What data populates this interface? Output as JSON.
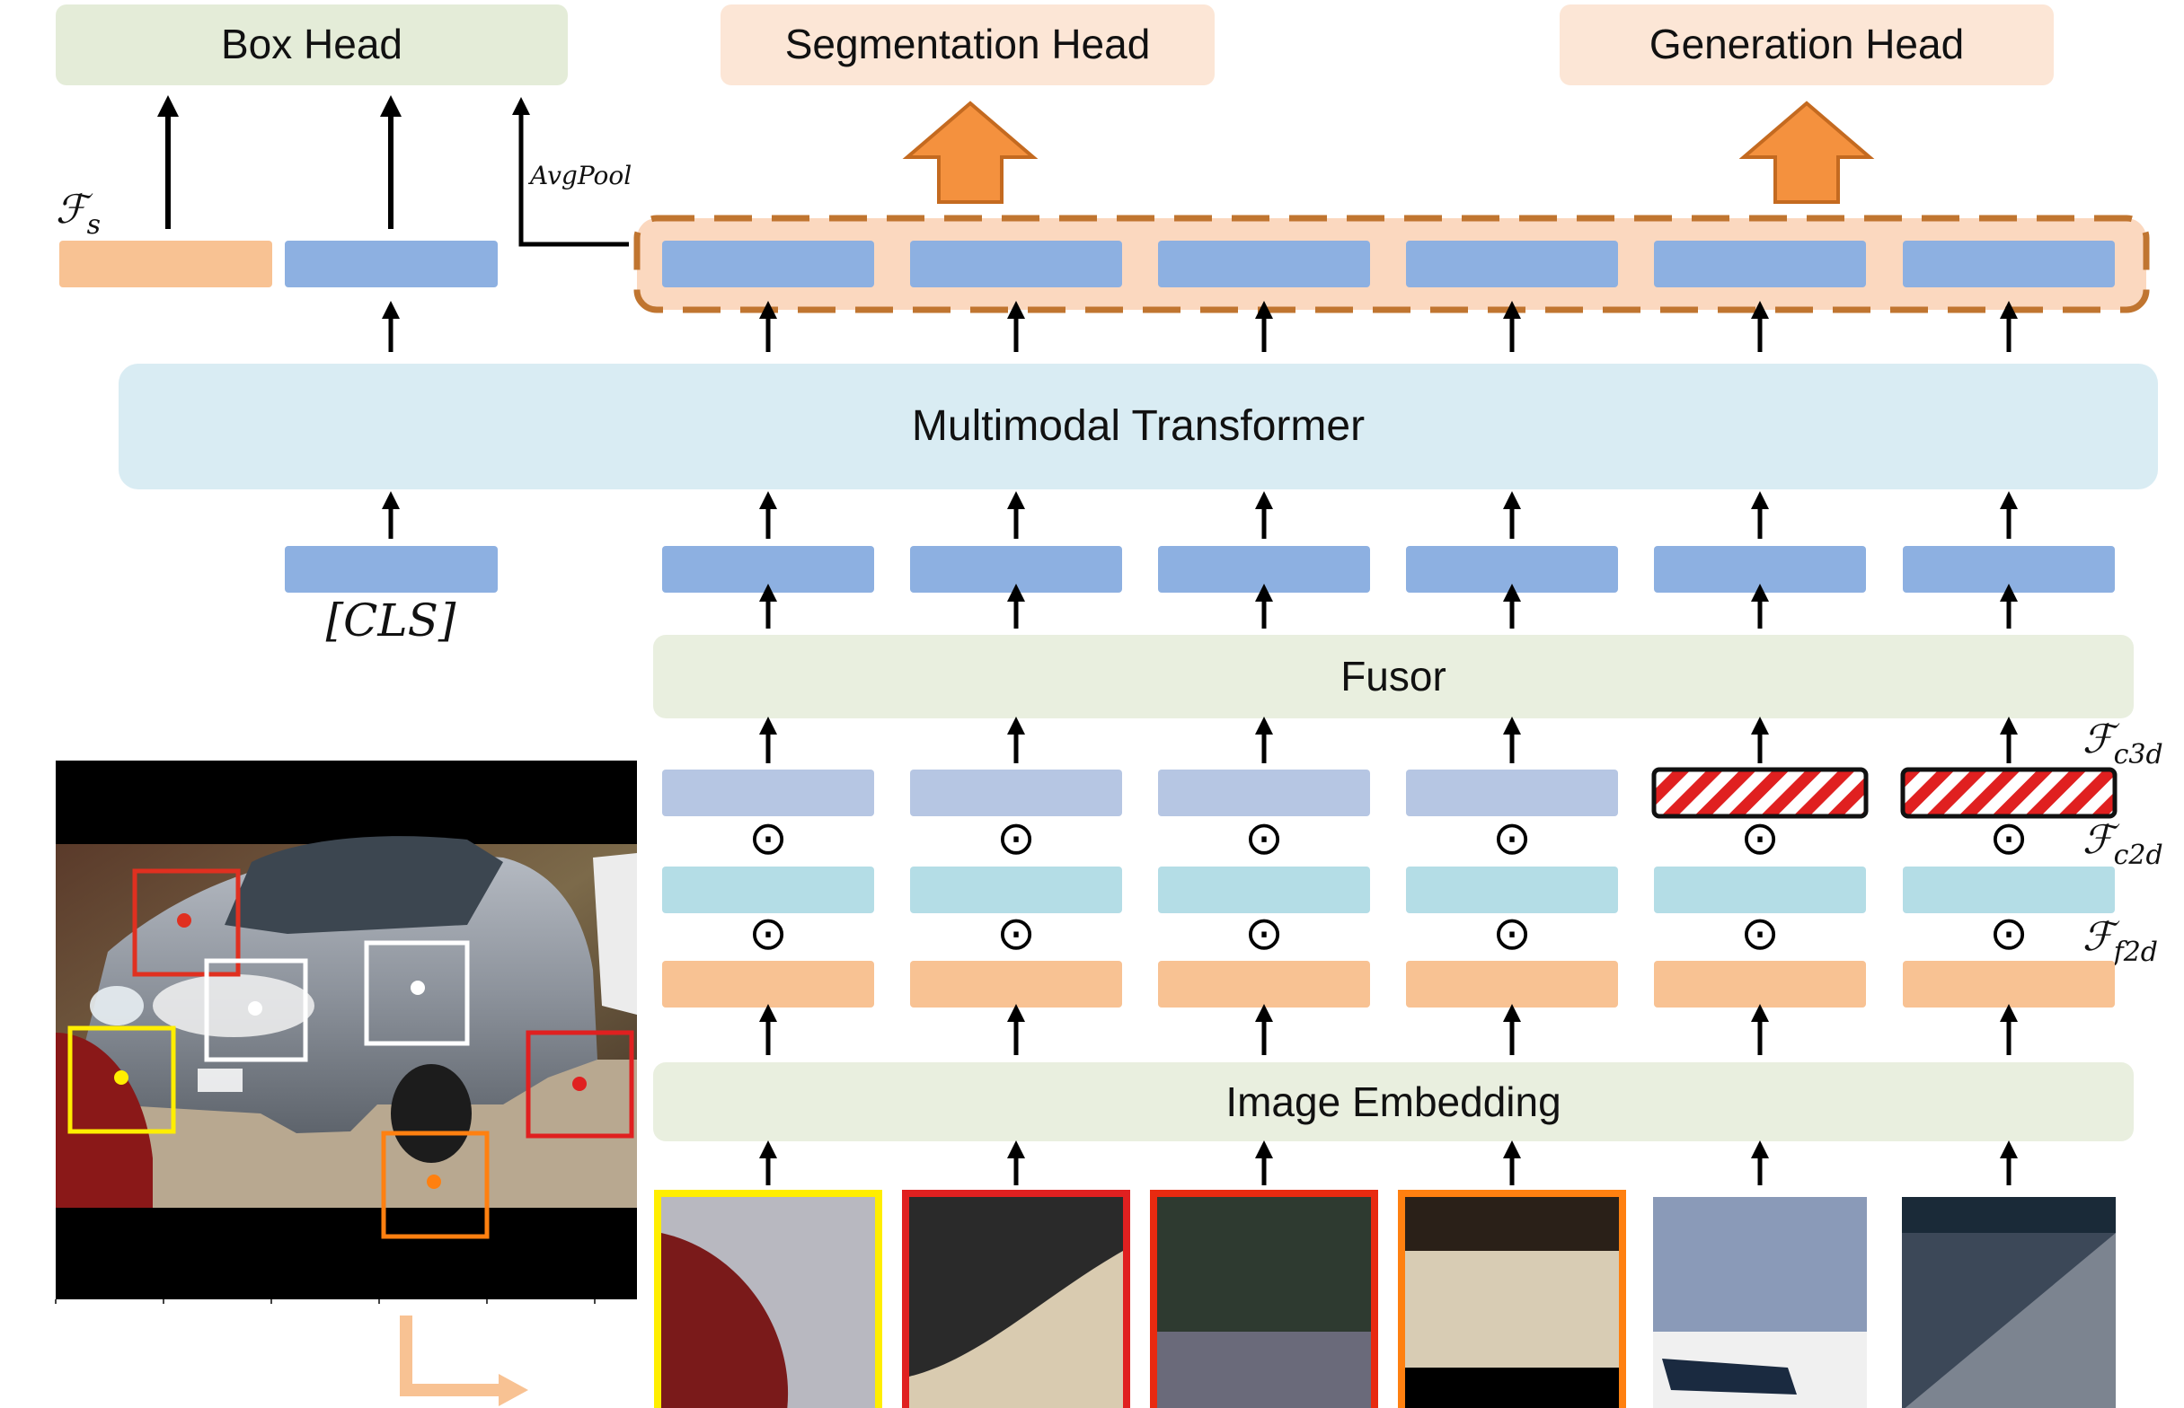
{
  "heads": {
    "box": "Box Head",
    "segmentation": "Segmentation Head",
    "generation": "Generation Head"
  },
  "blocks": {
    "transformer": "Multimodal Transformer",
    "fusor": "Fusor",
    "embedding": "Image Embedding"
  },
  "labels": {
    "avgpool": "AvgPool",
    "cls": "[CLS]",
    "fs": "ℱ",
    "fs_sub": "s",
    "fc3d": "ℱ",
    "fc3d_sub": "c3d",
    "fc2d": "ℱ",
    "fc2d_sub": "c2d",
    "ff2d": "ℱ",
    "ff2d_sub": "f2d",
    "odot": "⊙"
  },
  "colors": {
    "blue_token": "#8db0e1",
    "light_blue_token": "#b6c6e3",
    "cyan_token": "#b4dde6",
    "orange_token": "#f8c293",
    "green_panel": "#e9efdf",
    "head_green": "#e4ecd8",
    "head_orange": "#fce6d6",
    "transformer_bg": "#d9ecf3",
    "dash_border": "#c07530",
    "big_arrow": "#f4913e",
    "patch_frames": [
      "#ffee00",
      "#e02020",
      "#e82a10",
      "#ff8010"
    ],
    "image_boxes": [
      "#e03020",
      "#ffffff",
      "#ffffff",
      "#ffee00",
      "#e02020",
      "#ff8010"
    ]
  }
}
